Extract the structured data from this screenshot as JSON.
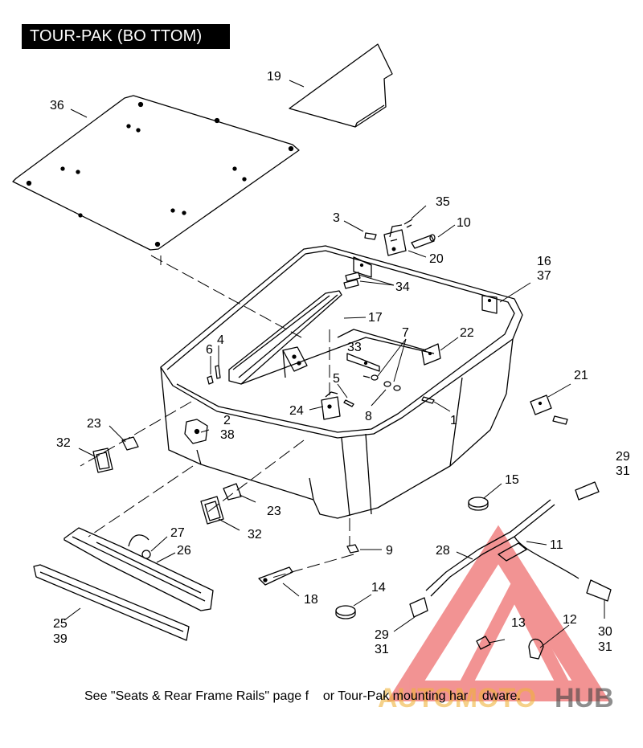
{
  "title": "TOUR-PAK (BO TTOM)",
  "footer": "See \"Seats & Rear Frame Rails\" page f    or Tour-Pak mounting har    dware.",
  "watermark": {
    "left": "AUTOMOTO",
    "right": "HUB",
    "color_left": "#f0b43c",
    "color_right": "#444444",
    "accent": "#e83c3c"
  },
  "callouts": {
    "c19": "19",
    "c36": "36",
    "c3": "3",
    "c35": "35",
    "c10": "10",
    "c20": "20",
    "c16": "16",
    "c37": "37",
    "c34": "34",
    "c17": "17",
    "c7": "7",
    "c33": "33",
    "c22": "22",
    "c6": "6",
    "c4": "4",
    "c5": "5",
    "c21": "21",
    "c24": "24",
    "c8": "8",
    "c1": "1",
    "c2": "2",
    "c38": "38",
    "c23a": "23",
    "c32a": "32",
    "c29a": "29",
    "c31a": "31",
    "c15": "15",
    "c23b": "23",
    "c32b": "32",
    "c27": "27",
    "c26": "26",
    "c11": "11",
    "c9": "9",
    "c28": "28",
    "c14": "14",
    "c18": "18",
    "c25": "25",
    "c39": "39",
    "c13": "13",
    "c12": "12",
    "c29b": "29",
    "c31b": "31",
    "c30": "30",
    "c31c": "31"
  }
}
